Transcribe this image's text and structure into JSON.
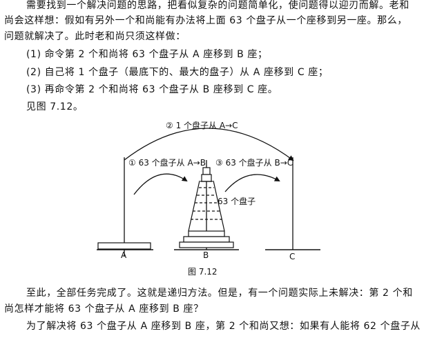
{
  "paragraphs": {
    "p1_line1": "需要找到一个解决问题的思路，把看似复杂的问题简单化，使问题得以迎刃而解。老和",
    "p1_line2": "尚会这样想：假如有另外一个和尚能有办法将上面 63 个盘子从一个座移到另一座。那么，",
    "p1_line3": "问题就解决了。此时老和尚只须这样做：",
    "step1": "(1) 命令第 2 个和尚将 63 个盘子从 A 座移到 B 座；",
    "step2": "(2) 自己将 1 个盘子（最底下的、最大的盘子）从 A 座移到 C 座；",
    "step3": "(3) 再命令第 2 个和尚将 63 个盘子从 B 座移到 C 座。",
    "see_figure": "见图 7.12。",
    "p2_line1": "至此，全部任务完成了。这就是递归方法。但是，有一个问题实际上未解决：第 2 个和",
    "p2_line2": "尚怎样才能将 63 个盘子从 A 座移到 B 座？",
    "p3_line1": "为了解决将 63 个盘子从 A 座移到 B 座，第 2 个和尚又想：如果有人能将 62 个盘子从"
  },
  "figure": {
    "arrow_top_label": "② 1 个盘子从 A→C",
    "arrow_left_label": "① 63 个盘子从 A→B",
    "arrow_right_label": "③ 63 个盘子从 B→C",
    "stack_label": "63 个盘子",
    "peg_a": "A",
    "peg_b": "B",
    "peg_c": "C",
    "caption": "图   7.12"
  }
}
